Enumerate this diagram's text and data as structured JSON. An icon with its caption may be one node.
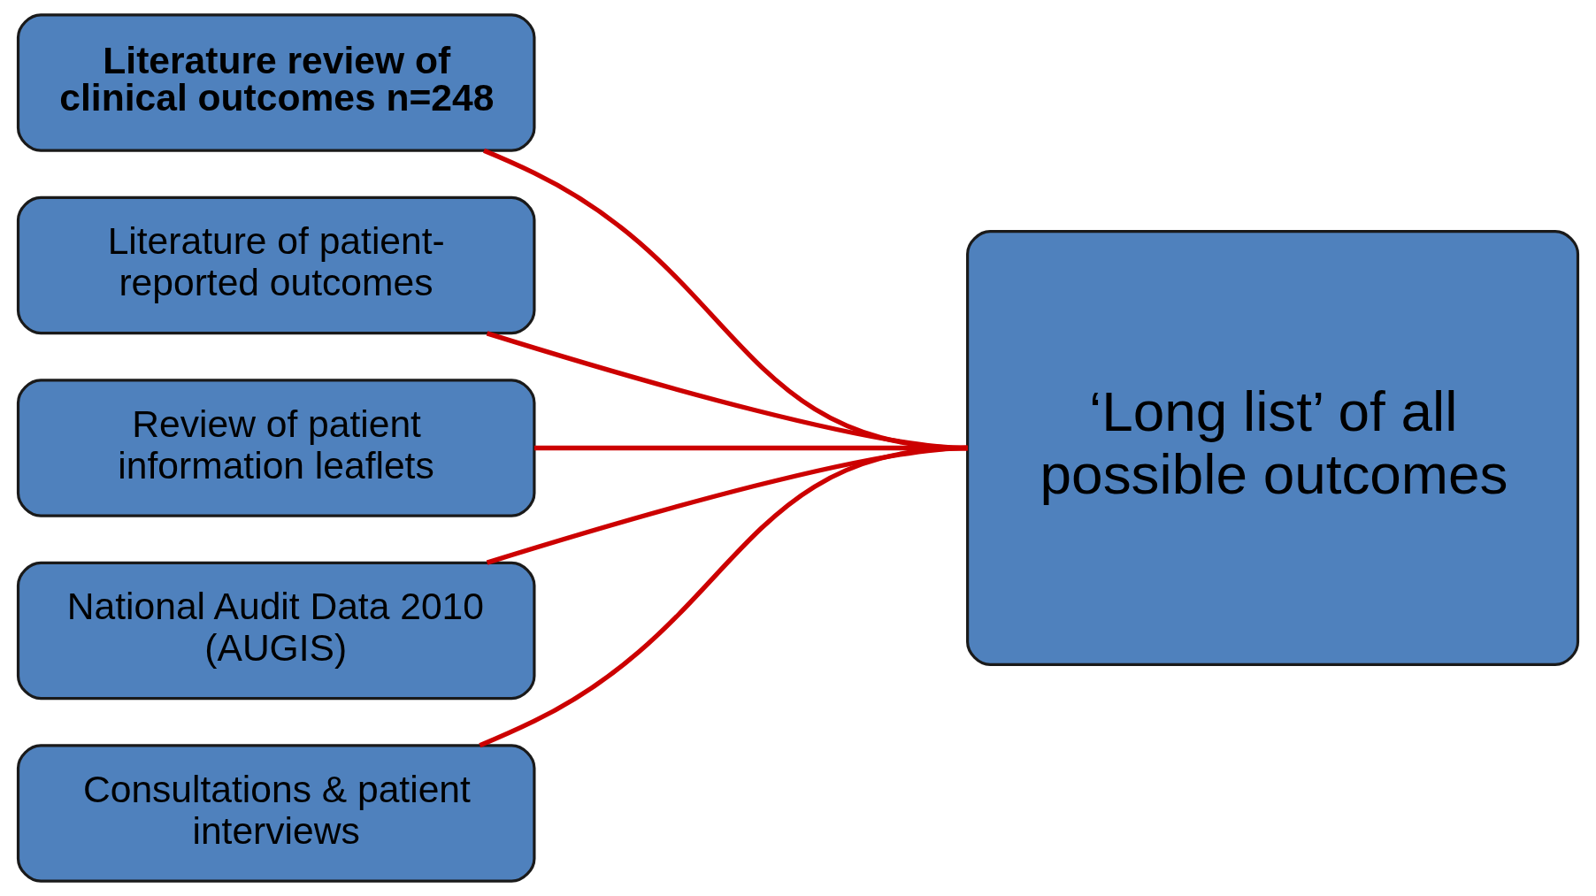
{
  "diagram": {
    "nodes": [
      {
        "text": [
          "Literature review of clinical outcomes n=248"
        ]
      },
      {
        "text": [
          "Literature of patient-reported outcomes"
        ]
      },
      {
        "text": [
          "Review of patient information leaflets"
        ]
      },
      {
        "text": [
          "National Audit Data 2010 (AUGIS)"
        ]
      },
      {
        "text": [
          "Consultations & patient interviews"
        ]
      },
      {
        "text": [
          "‘Long list’ of all possible outcomes"
        ]
      }
    ],
    "edges": [
      {
        "from": 0,
        "to": 5,
        "arrow": "none"
      },
      {
        "from": 1,
        "to": 5,
        "arrow": "none"
      },
      {
        "from": 2,
        "to": 5,
        "arrow": "none"
      },
      {
        "from": 3,
        "to": 5,
        "arrow": "none"
      },
      {
        "from": 4,
        "to": 5,
        "arrow": "none"
      }
    ]
  }
}
